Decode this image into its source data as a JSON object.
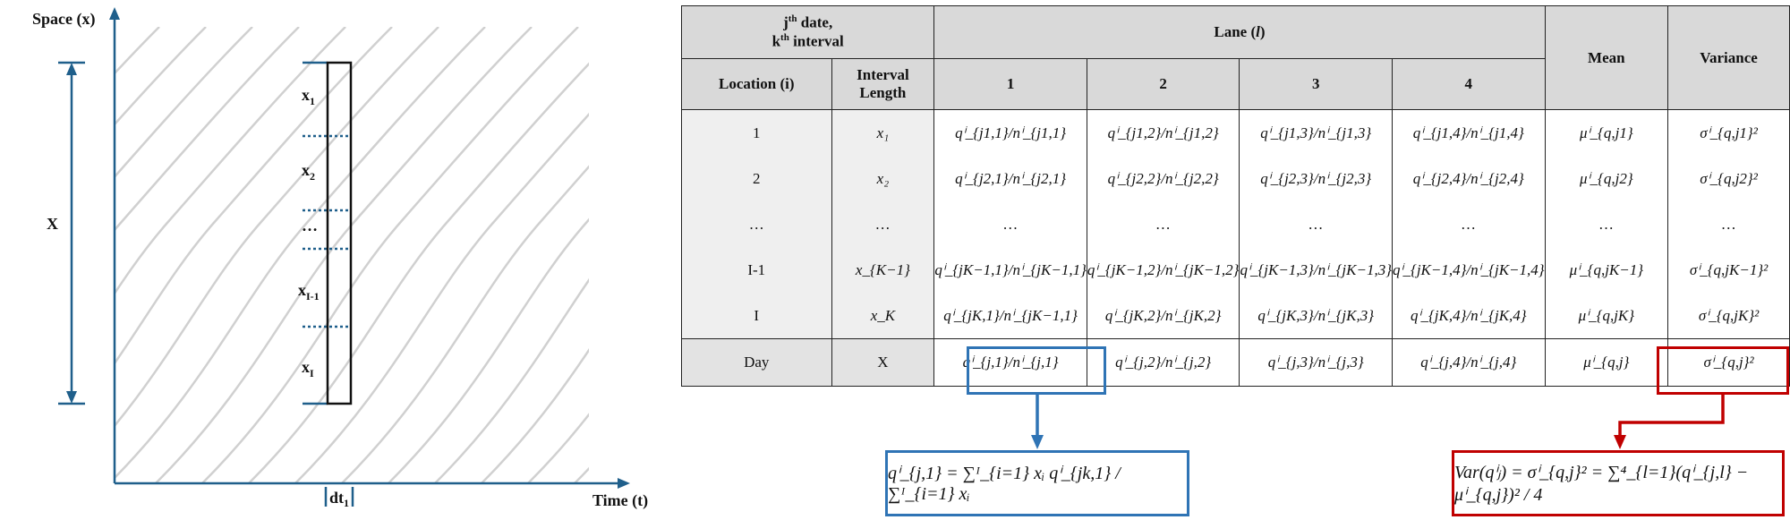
{
  "diagram": {
    "y_axis_label": "Space (x)",
    "x_axis_label": "Time (t)",
    "span_label": "X",
    "dt_label": "dt",
    "dt_sub": "1",
    "segments": [
      {
        "base": "x",
        "sub": "1"
      },
      {
        "base": "x",
        "sub": "2"
      },
      {
        "base": "…",
        "sub": ""
      },
      {
        "base": "x",
        "sub": "I-1"
      },
      {
        "base": "x",
        "sub": "I"
      }
    ],
    "colors": {
      "axis": "#1f5f8b",
      "trajectory": "#d0d0d0",
      "dotted": "#1f5f8b",
      "box": "#111111"
    }
  },
  "table": {
    "header_date": "jth date, kth interval",
    "header_date_parts": [
      "j",
      "th",
      " date,",
      "k",
      "th",
      " interval"
    ],
    "header_lane": "Lane (l)",
    "header_lane_parts": [
      "Lane (",
      "l",
      ")"
    ],
    "header_mean": "Mean",
    "header_variance": "Variance",
    "header_location": "Location (i)",
    "header_interval": "Interval Length",
    "lanes": [
      "1",
      "2",
      "3",
      "4"
    ],
    "rows": [
      {
        "loc": "1",
        "len": "x₁",
        "lanes": [
          "qⁱ_{j1,1}/nⁱ_{j1,1}",
          "qⁱ_{j1,2}/nⁱ_{j1,2}",
          "qⁱ_{j1,3}/nⁱ_{j1,3}",
          "qⁱ_{j1,4}/nⁱ_{j1,4}"
        ],
        "mean": "μⁱ_{q,j1}",
        "var": "σⁱ_{q,j1}²"
      },
      {
        "loc": "2",
        "len": "x₂",
        "lanes": [
          "qⁱ_{j2,1}/nⁱ_{j2,1}",
          "qⁱ_{j2,2}/nⁱ_{j2,2}",
          "qⁱ_{j2,3}/nⁱ_{j2,3}",
          "qⁱ_{j2,4}/nⁱ_{j2,4}"
        ],
        "mean": "μⁱ_{q,j2}",
        "var": "σⁱ_{q,j2}²"
      },
      {
        "loc": "…",
        "len": "…",
        "lanes": [
          "…",
          "…",
          "…",
          "…"
        ],
        "mean": "…",
        "var": "…"
      },
      {
        "loc": "I-1",
        "len": "x_{K−1}",
        "lanes": [
          "qⁱ_{jK−1,1}/nⁱ_{jK−1,1}",
          "qⁱ_{jK−1,2}/nⁱ_{jK−1,2}",
          "qⁱ_{jK−1,3}/nⁱ_{jK−1,3}",
          "qⁱ_{jK−1,4}/nⁱ_{jK−1,4}"
        ],
        "mean": "μⁱ_{q,jK−1}",
        "var": "σⁱ_{q,jK−1}²"
      },
      {
        "loc": "I",
        "len": "x_K",
        "lanes": [
          "qⁱ_{jK,1}/nⁱ_{jK−1,1}",
          "qⁱ_{jK,2}/nⁱ_{jK,2}",
          "qⁱ_{jK,3}/nⁱ_{jK,3}",
          "qⁱ_{jK,4}/nⁱ_{jK,4}"
        ],
        "mean": "μⁱ_{q,jK}",
        "var": "σⁱ_{q,jK}²"
      }
    ],
    "day_row": {
      "loc": "Day",
      "len": "X",
      "lanes": [
        "qⁱ_{j,1}/nⁱ_{j,1}",
        "qⁱ_{j,2}/nⁱ_{j,2}",
        "qⁱ_{j,3}/nⁱ_{j,3}",
        "qⁱ_{j,4}/nⁱ_{j,4}"
      ],
      "mean": "μⁱ_{q,j}",
      "var": "σⁱ_{q,j}²"
    }
  },
  "formulas": {
    "weighted_flow": "qⁱ_{j,1} = ∑ᴵ_{i=1} xᵢ qⁱ_{jk,1} / ∑ᴵ_{i=1} xᵢ",
    "variance": "Var(qⁱⱼ) = σⁱ_{q,j}² = ∑⁴_{l=1}(qⁱ_{j,l} − μⁱ_{q,j})² / 4"
  },
  "highlight_colors": {
    "blue": "#2f74b5",
    "red": "#c00000"
  }
}
